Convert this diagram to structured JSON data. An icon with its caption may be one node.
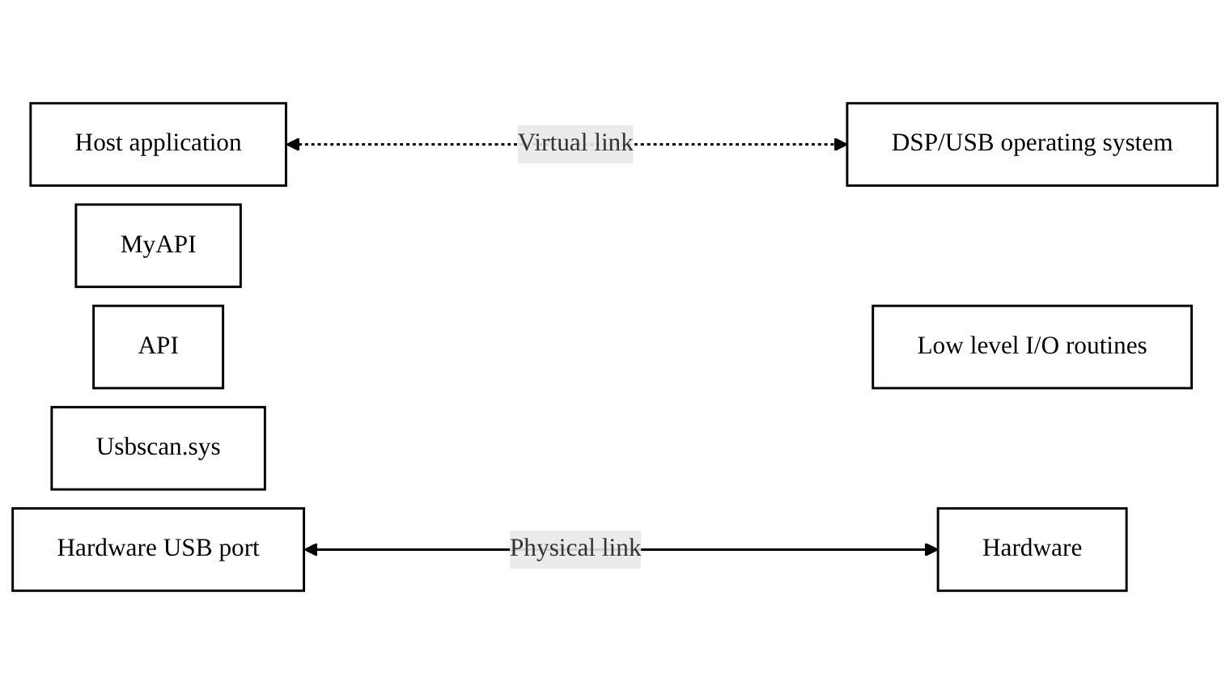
{
  "diagram": {
    "nodes": [
      {
        "text": [
          "Host application"
        ]
      },
      {
        "text": [
          "MyAPI"
        ]
      },
      {
        "text": [
          "API"
        ]
      },
      {
        "text": [
          "Usbscan.sys"
        ]
      },
      {
        "text": [
          "Hardware USB port"
        ]
      },
      {
        "text": [
          "DSP/USB operating system"
        ]
      },
      {
        "text": [
          "Low level I/O routines"
        ]
      },
      {
        "text": [
          "Hardware"
        ]
      }
    ],
    "edges": [
      {
        "from": 0,
        "to": 5,
        "arrow": "both",
        "label": "Virtual link",
        "style": "dashed"
      },
      {
        "from": 4,
        "to": 7,
        "arrow": "both",
        "label": "Physical link"
      }
    ]
  }
}
